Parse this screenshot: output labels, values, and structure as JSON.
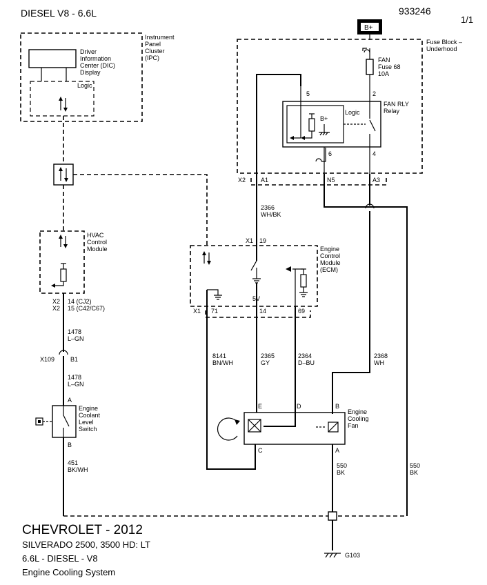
{
  "header": {
    "title": "DIESEL V8  - 6.6L",
    "doc_number": "933246",
    "page": "1/1"
  },
  "power": {
    "bplus": "B+"
  },
  "fuse_block": {
    "title": "Fuse Block –",
    "subtitle": "Underhood",
    "fuse_name": "FAN",
    "fuse_id": "Fuse 68",
    "fuse_rating": "10A",
    "relay_name": "FAN RLY",
    "relay_type": "Relay",
    "relay_logic": "Logic",
    "relay_bplus": "B+",
    "pin5": "5",
    "pin2": "2",
    "pin6": "6",
    "pin4": "4",
    "conn": "X2",
    "pin_a1": "A1",
    "pin_n5": "N5",
    "pin_a3": "A3"
  },
  "ipc": {
    "label1": "Instrument",
    "label2": "Panel",
    "label3": "Cluster",
    "label4": "(IPC)",
    "dic1": "Driver",
    "dic2": "Information",
    "dic3": "Center (DIC)",
    "dic4": "Display",
    "logic": "Logic"
  },
  "hvac": {
    "label1": "HVAC",
    "label2": "Control",
    "label3": "Module",
    "conn1": "X2",
    "conn2": "X2",
    "pin1": "14 (CJ2)",
    "pin2": "15 (C42/C67)"
  },
  "ecm": {
    "label1": "Engine",
    "label2": "Control",
    "label3": "Module",
    "label4": "(ECM)",
    "conn_top": "X1",
    "pin19": "19",
    "voltage": "5V",
    "conn_bot": "X1",
    "pin71": "71",
    "pin14": "14",
    "pin69": "69"
  },
  "wires": {
    "w2366_num": "2366",
    "w2366_col": "WH/BK",
    "w1478a_num": "1478",
    "w1478a_col": "L–GN",
    "w1478b_num": "1478",
    "w1478b_col": "L–GN",
    "x109": "X109",
    "b1": "B1",
    "w451_num": "451",
    "w451_col": "BK/WH",
    "w8141_num": "8141",
    "w8141_col": "BN/WH",
    "w2365_num": "2365",
    "w2365_col": "GY",
    "w2364_num": "2364",
    "w2364_col": "D–BU",
    "w2368_num": "2368",
    "w2368_col": "WH",
    "w550a_num": "550",
    "w550a_col": "BK",
    "w550b_num": "550",
    "w550b_col": "BK"
  },
  "coolant_switch": {
    "label1": "Engine",
    "label2": "Coolant",
    "label3": "Level",
    "label4": "Switch",
    "pinA": "A",
    "pinB": "B"
  },
  "fan": {
    "label1": "Engine",
    "label2": "Cooling",
    "label3": "Fan",
    "pinE": "E",
    "pinD": "D",
    "pinB": "B",
    "pinC": "C",
    "pinA": "A"
  },
  "ground": {
    "id": "G103"
  },
  "footer": {
    "make": "CHEVROLET - 2012",
    "model": "SILVERADO 2500, 3500 HD: LT",
    "engine": "6.6L -  DIESEL - V8",
    "system": "Engine Cooling System"
  }
}
